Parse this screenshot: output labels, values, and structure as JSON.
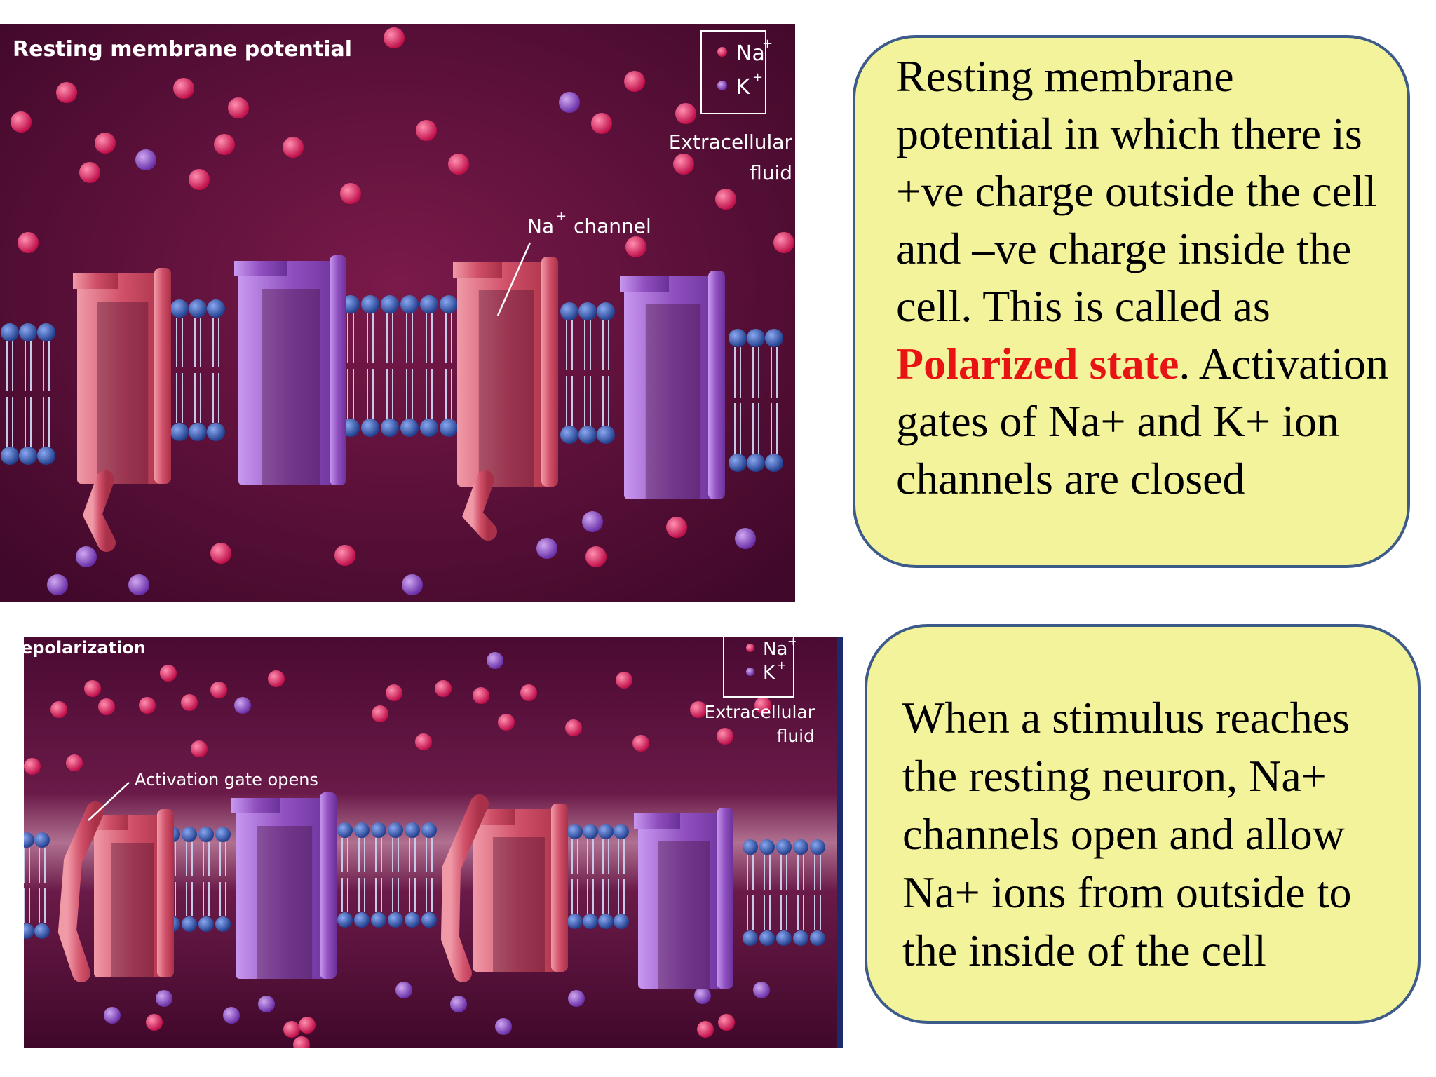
{
  "top_panel": {
    "title": "Resting membrane potential",
    "legend": {
      "na": "Na",
      "k": "K",
      "plus": "+"
    },
    "fluid_label": [
      "Extracellular",
      "fluid"
    ],
    "channel_label": "channel",
    "channel_ion": "Na",
    "channel_ion_sup": "+"
  },
  "bottom_panel": {
    "title": "epolarization",
    "legend": {
      "na": "Na",
      "k": "K",
      "plus": "+"
    },
    "fluid_label": [
      "Extracellular",
      "fluid"
    ],
    "gate_label": "Activation gate opens"
  },
  "top_box": {
    "text_before": "Resting membrane potential in which there is +ve charge outside the cell and –ve charge inside the cell. This is called as ",
    "highlight": "Polarized state",
    "text_after": ". Activation gates of Na+ and K+ ion channels are closed"
  },
  "bottom_box": {
    "text": "When a stimulus reaches the resting neuron, Na+ channels open and allow Na+ ions from outside to the inside of the cell"
  },
  "colors": {
    "background": "#5a1038",
    "na_ion": "#e0205a",
    "k_ion": "#8a52c8",
    "na_channel": "#d8607a",
    "k_channel": "#9a5ac8",
    "lipid_head": "#3a5ab8",
    "highlight_text": "#e81414",
    "box_fill": "#f3f39b",
    "box_border": "#3c5a8a"
  }
}
